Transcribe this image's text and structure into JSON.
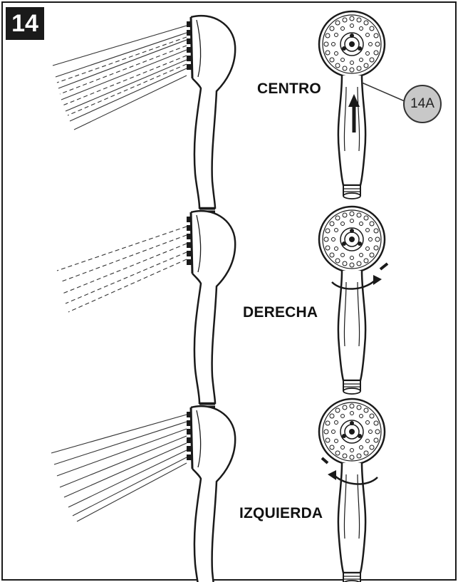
{
  "step_number": "14",
  "callout_label": "14A",
  "settings": [
    {
      "id": "center",
      "label": "CENTRO"
    },
    {
      "id": "right",
      "label": "DERECHA"
    },
    {
      "id": "left",
      "label": "IZQUIERDA"
    }
  ],
  "colors": {
    "line": "#1a1a1a",
    "callout_fill": "#c8c8c8",
    "badge": "#1a1a1a"
  }
}
